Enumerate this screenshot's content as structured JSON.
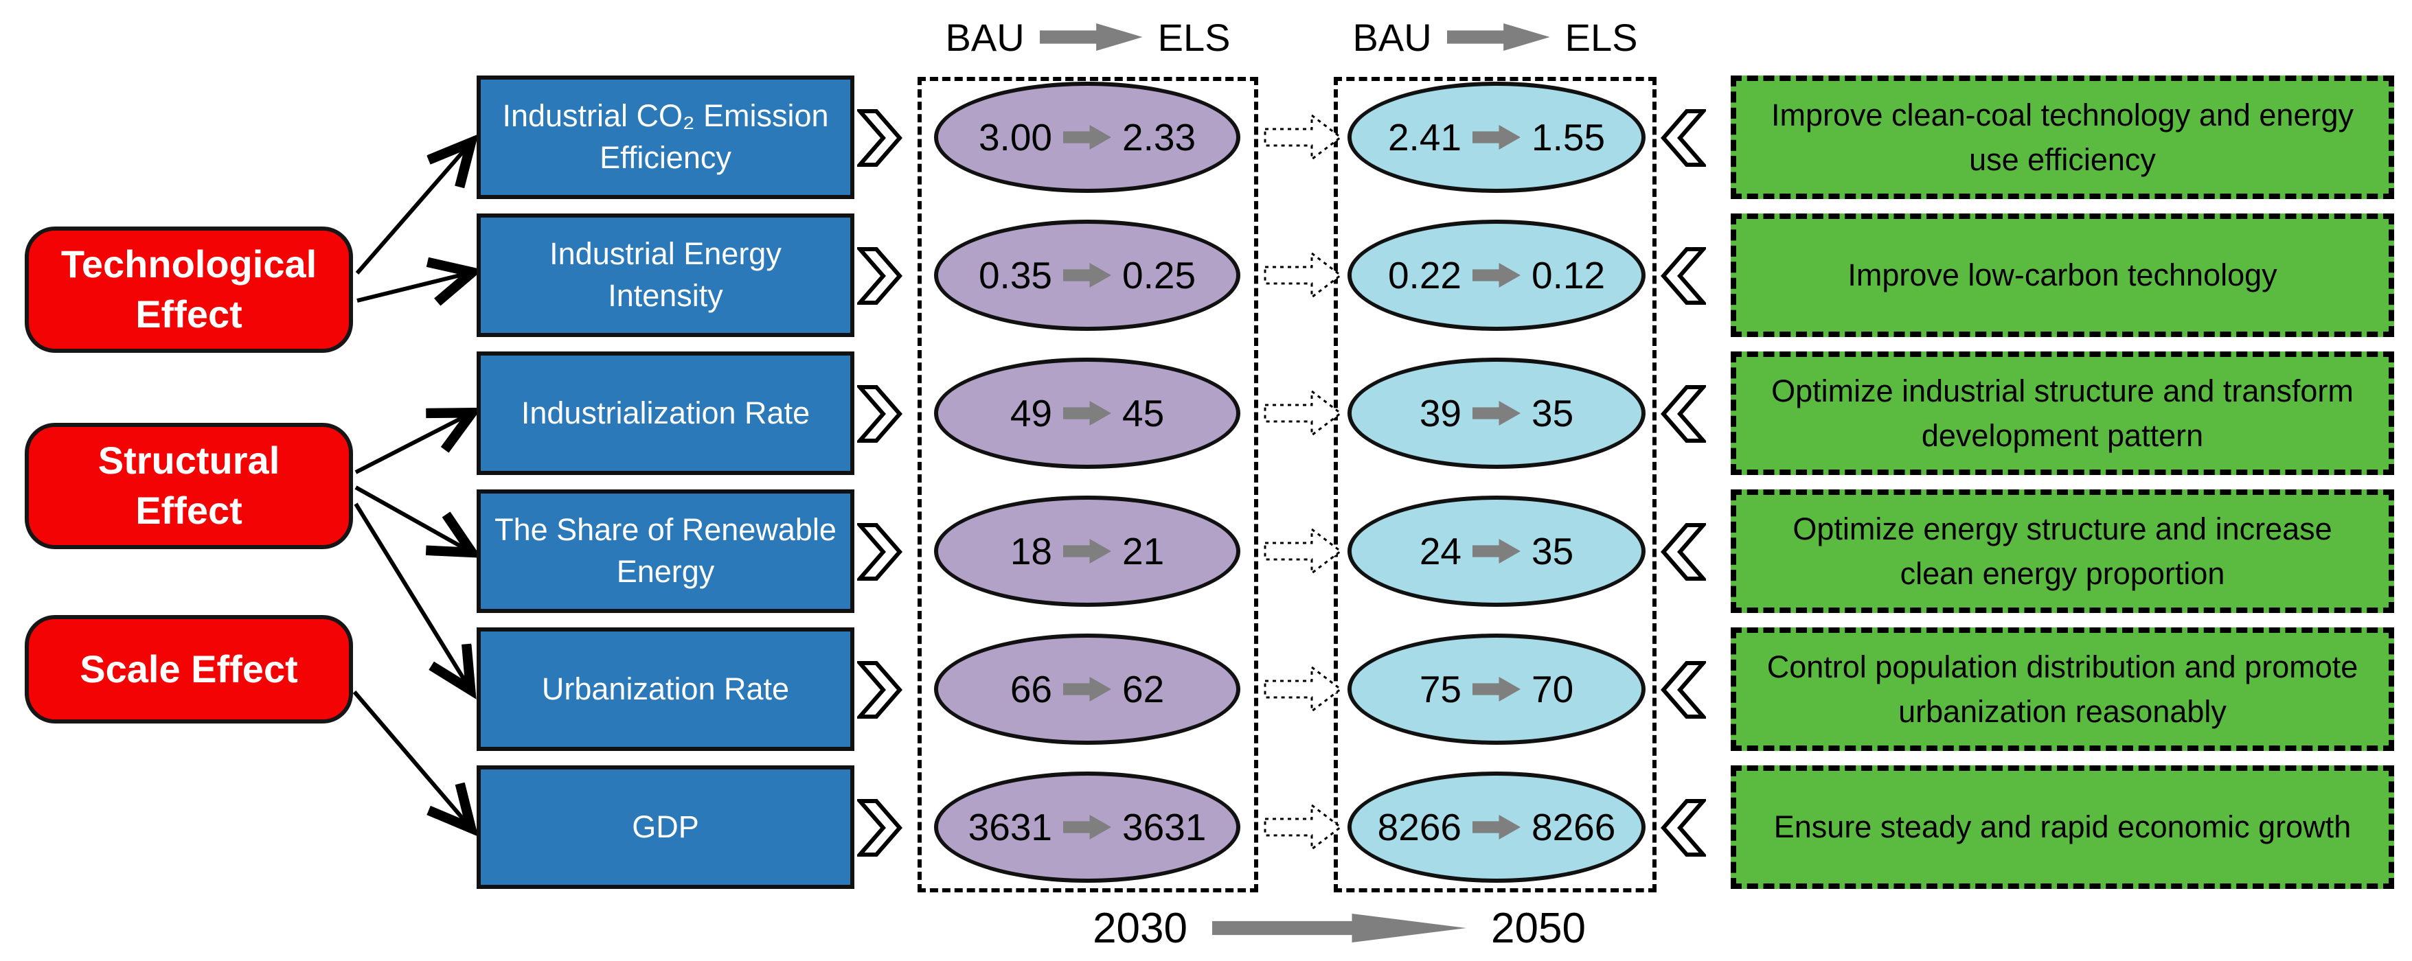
{
  "scenario_headers": {
    "left": {
      "bau": "BAU",
      "els": "ELS"
    },
    "right": {
      "bau": "BAU",
      "els": "ELS"
    }
  },
  "timeline": {
    "start": "2030",
    "end": "2050"
  },
  "effects": [
    {
      "label": "Technological Effect",
      "targets": [
        "Industrial CO₂ Emission Efficiency",
        "Industrial Energy Intensity"
      ]
    },
    {
      "label": "Structural Effect",
      "targets": [
        "Industrialization Rate",
        "The Share of Renewable Energy",
        "Urbanization Rate"
      ]
    },
    {
      "label": "Scale Effect",
      "targets": [
        "GDP"
      ]
    }
  ],
  "rows": [
    {
      "factor": "Industrial CO₂ Emission Efficiency",
      "v2030_bau": "3.00",
      "v2030_els": "2.33",
      "v2050_bau": "2.41",
      "v2050_els": "1.55",
      "policy": "Improve clean-coal technology and energy use efficiency"
    },
    {
      "factor": "Industrial Energy Intensity",
      "v2030_bau": "0.35",
      "v2030_els": "0.25",
      "v2050_bau": "0.22",
      "v2050_els": "0.12",
      "policy": "Improve low-carbon technology"
    },
    {
      "factor": "Industrialization Rate",
      "v2030_bau": "49",
      "v2030_els": "45",
      "v2050_bau": "39",
      "v2050_els": "35",
      "policy": "Optimize industrial structure and transform development pattern"
    },
    {
      "factor": "The Share of Renewable Energy",
      "v2030_bau": "18",
      "v2030_els": "21",
      "v2050_bau": "24",
      "v2050_els": "35",
      "policy": "Optimize energy structure and increase clean energy proportion"
    },
    {
      "factor": "Urbanization Rate",
      "v2030_bau": "66",
      "v2030_els": "62",
      "v2050_bau": "75",
      "v2050_els": "70",
      "policy": "Control population distribution and promote urbanization reasonably"
    },
    {
      "factor": "GDP",
      "v2030_bau": "3631",
      "v2030_els": "3631",
      "v2050_bau": "8266",
      "v2050_els": "8266",
      "policy": "Ensure steady and rapid economic growth"
    }
  ],
  "colors": {
    "effect_red": "#f40305",
    "factor_blue": "#2b79b8",
    "ellipse_2030_purple": "#b3a2c8",
    "ellipse_2050_cyan": "#a6dbe7",
    "policy_green": "#5bba40",
    "arrow_gray": "#7f7f7f",
    "outline_black": "#111111"
  }
}
